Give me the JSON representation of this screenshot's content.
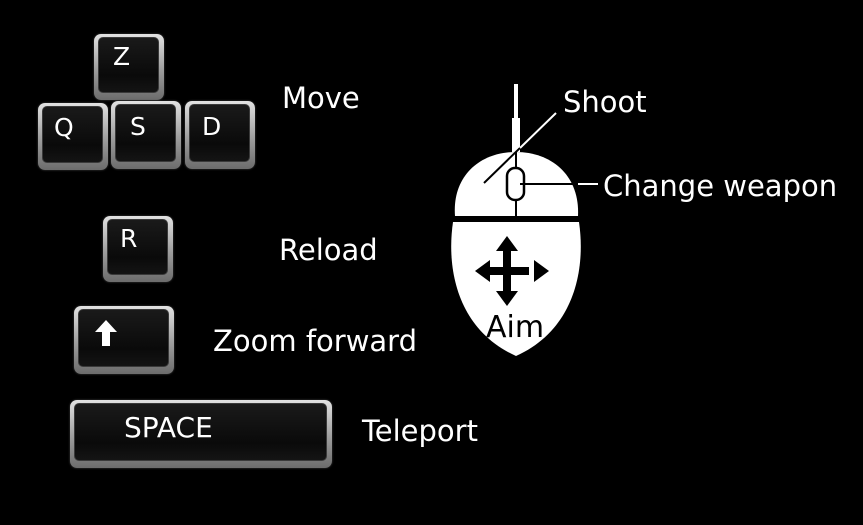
{
  "keys": {
    "up": "Z",
    "left": "Q",
    "down": "S",
    "right": "D",
    "reload": "R",
    "zoom": "⬆",
    "teleport": "SPACE"
  },
  "actions": {
    "move": "Move",
    "reload": "Reload",
    "zoom": "Zoom forward",
    "teleport": "Teleport"
  },
  "mouse": {
    "shoot": "Shoot",
    "change_weapon": "Change weapon",
    "aim": "Aim"
  }
}
